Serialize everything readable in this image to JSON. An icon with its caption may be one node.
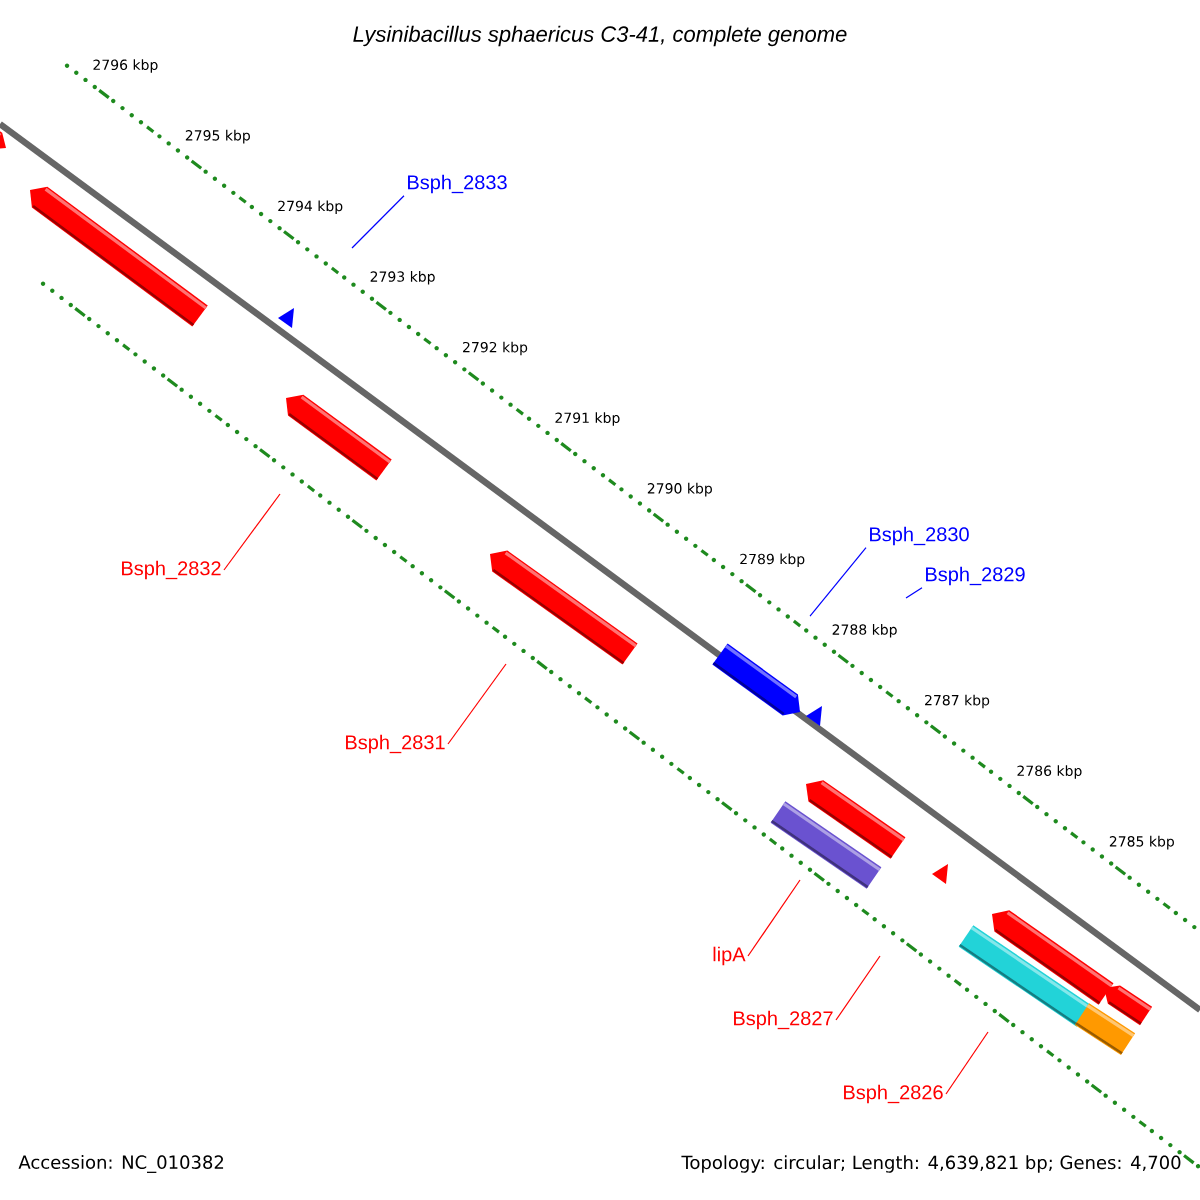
{
  "diagram": {
    "title": "Lysinibacillus sphaericus C3-41, complete genome",
    "nodes": [
      {
        "text": [
          "Bsph_2833"
        ]
      },
      {
        "text": [
          "Bsph_2832"
        ]
      },
      {
        "text": [
          "Bsph_2831"
        ]
      },
      {
        "text": [
          "Bsph_2830"
        ]
      },
      {
        "text": [
          "Bsph_2829"
        ]
      },
      {
        "text": [
          "lipA"
        ]
      },
      {
        "text": [
          "Bsph_2827"
        ]
      },
      {
        "text": [
          "Bsph_2826"
        ]
      }
    ],
    "edges": [
      {
        "from": 0,
        "to": null,
        "arrow": "none",
        "color": "#0000ff"
      },
      {
        "from": 1,
        "to": null,
        "arrow": "none"
      },
      {
        "from": 2,
        "to": null,
        "arrow": "none"
      },
      {
        "from": 3,
        "to": null,
        "arrow": "none",
        "color": "#0000ff"
      },
      {
        "from": 4,
        "to": null,
        "arrow": "none",
        "color": "#0000ff"
      },
      {
        "from": 5,
        "to": null,
        "arrow": "none"
      },
      {
        "from": 6,
        "to": null,
        "arrow": "none"
      },
      {
        "from": 7,
        "to": null,
        "arrow": "none"
      }
    ],
    "labels": [
      "2796 kbp",
      "2795 kbp",
      "2794 kbp",
      "2793 kbp",
      "2792 kbp",
      "2791 kbp",
      "2790 kbp",
      "2789 kbp",
      "2788 kbp",
      "2787 kbp",
      "2786 kbp",
      "2785 kbp",
      "Accession: NC_010382",
      "Topology: circular; Length: 4,639,821 bp; Genes: 4,700"
    ]
  }
}
